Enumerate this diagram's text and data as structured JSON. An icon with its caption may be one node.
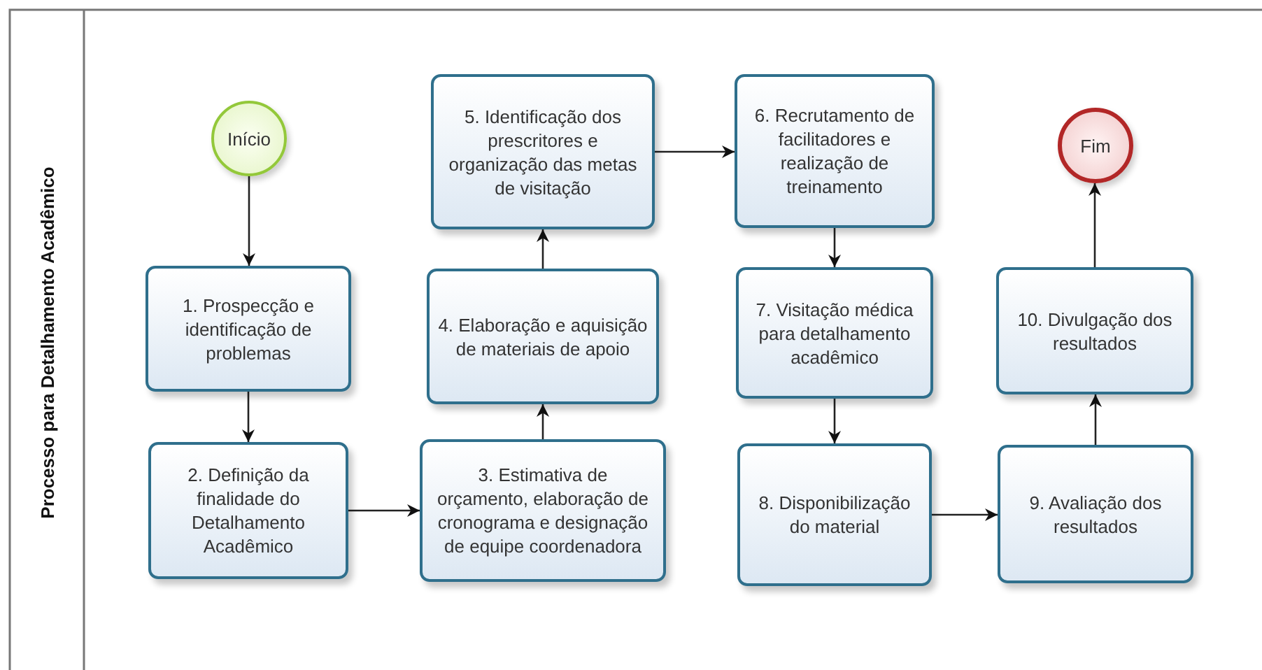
{
  "diagram": {
    "title": "Processo para Detalhamento Acadêmico",
    "nodes": [
      {
        "text": [
          "Início"
        ]
      },
      {
        "text": [
          "1. Prospecção e identificação de problemas"
        ]
      },
      {
        "text": [
          "2. Definição da finalidade do Detalhamento Acadêmico"
        ]
      },
      {
        "text": [
          "3. Estimativa de orçamento, elaboração de cronograma e designação de equipe coordenadora"
        ]
      },
      {
        "text": [
          "4. Elaboração  e aquisição de materiais de apoio"
        ]
      },
      {
        "text": [
          "5. Identificação dos prescritores e organização das metas de visitação"
        ]
      },
      {
        "text": [
          "6. Recrutamento de facilitadores e realização de treinamento"
        ]
      },
      {
        "text": [
          "7. Visitação médica para detalhamento acadêmico"
        ]
      },
      {
        "text": [
          "8. Disponibilização do material"
        ]
      },
      {
        "text": [
          "9. Avaliação dos resultados"
        ]
      },
      {
        "text": [
          "10. Divulgação dos resultados"
        ]
      },
      {
        "text": [
          "Fim"
        ]
      }
    ],
    "edges": [
      {
        "from": 0,
        "to": 1,
        "arrow": "to"
      },
      {
        "from": 1,
        "to": 2,
        "arrow": "to"
      },
      {
        "from": 2,
        "to": 3,
        "arrow": "to"
      },
      {
        "from": 3,
        "to": 4,
        "arrow": "to"
      },
      {
        "from": 4,
        "to": 5,
        "arrow": "to"
      },
      {
        "from": 5,
        "to": 6,
        "arrow": "to"
      },
      {
        "from": 6,
        "to": 7,
        "arrow": "to"
      },
      {
        "from": 7,
        "to": 8,
        "arrow": "to"
      },
      {
        "from": 8,
        "to": 9,
        "arrow": "to"
      },
      {
        "from": 9,
        "to": 10,
        "arrow": "to"
      },
      {
        "from": 10,
        "to": 11,
        "arrow": "to"
      }
    ]
  }
}
